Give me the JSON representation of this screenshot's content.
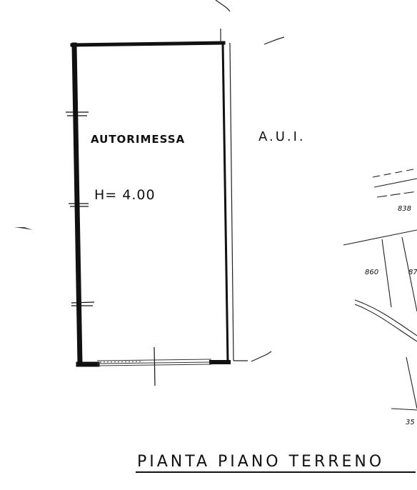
{
  "labels": {
    "room": "AUTORIMESSA",
    "height": "H= 4.00",
    "zone": "A.U.I.",
    "title": "PIANTA  PIANO  TERRENO"
  },
  "parcels": [
    "838",
    "860",
    "87",
    "35"
  ],
  "colors": {
    "ink": "#111111",
    "paper": "#ffffff"
  }
}
